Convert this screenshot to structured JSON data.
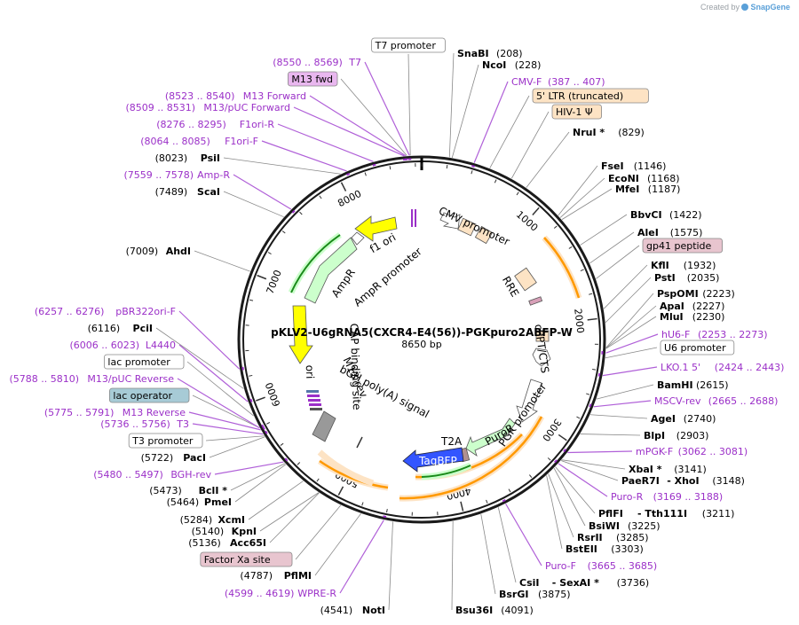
{
  "credit": {
    "prefix": "Created by",
    "brand": "SnapGene"
  },
  "plasmid": {
    "name": "pKLV2-U6gRNA5(CXCR4-E4(56))-PGKpuro2ABFP-W",
    "size": "8650 bp",
    "length": 8650
  },
  "ticks": [
    "1000",
    "2000",
    "3000",
    "4000",
    "5000",
    "6000",
    "7000",
    "8000"
  ],
  "colors": {
    "enzyme": "#000000",
    "primer": "#9b30c8",
    "feature_box_orange": "#fde3c4",
    "feature_box_purple": "#e9b7ef",
    "feature_box_rose": "#e8c5cf",
    "feature_box_teal": "#a7cbd6",
    "arrow_yellow": "#ffff00",
    "arrow_green": "#ccffcc",
    "arrow_blue": "#3355ff",
    "arrow_orange": "#ff9900"
  },
  "labels": [
    {
      "id": "snabi",
      "kind": "enzyme",
      "name": "SnaBI",
      "pos": "(208)"
    },
    {
      "id": "ncoi",
      "kind": "enzyme",
      "name": "NcoI",
      "pos": "(228)"
    },
    {
      "id": "cmvf",
      "kind": "primer",
      "name": "CMV-F",
      "pos": "(387 .. 407)"
    },
    {
      "id": "ltr",
      "kind": "feature",
      "name": "5' LTR (truncated)",
      "box": "orange"
    },
    {
      "id": "hiv",
      "kind": "feature",
      "name": "HIV-1 Ψ",
      "box": "orange"
    },
    {
      "id": "nrui",
      "kind": "enzyme",
      "name": "NruI *",
      "pos": "(829)"
    },
    {
      "id": "fsei",
      "kind": "enzyme",
      "name": "FseI",
      "pos": "(1146)"
    },
    {
      "id": "econi",
      "kind": "enzyme",
      "name": "EcoNI",
      "pos": "(1168)"
    },
    {
      "id": "mfei",
      "kind": "enzyme",
      "name": "MfeI",
      "pos": "(1187)"
    },
    {
      "id": "bbvci",
      "kind": "enzyme",
      "name": "BbvCI",
      "pos": "(1422)"
    },
    {
      "id": "alei",
      "kind": "enzyme",
      "name": "AleI",
      "pos": "(1575)"
    },
    {
      "id": "gp41",
      "kind": "feature",
      "name": "gp41 peptide",
      "box": "rose"
    },
    {
      "id": "kfli",
      "kind": "enzyme",
      "name": "KflI",
      "pos": "(1932)"
    },
    {
      "id": "psti",
      "kind": "enzyme",
      "name": "PstI",
      "pos": "(2035)"
    },
    {
      "id": "pspomi",
      "kind": "enzyme",
      "name": "PspOMI",
      "pos": "(2223)"
    },
    {
      "id": "apai",
      "kind": "enzyme",
      "name": "ApaI",
      "pos": "(2227)"
    },
    {
      "id": "mlui",
      "kind": "enzyme",
      "name": "MluI",
      "pos": "(2230)"
    },
    {
      "id": "hu6f",
      "kind": "primer",
      "name": "hU6-F",
      "pos": "(2253 .. 2273)"
    },
    {
      "id": "u6p",
      "kind": "feature",
      "name": "U6 promoter",
      "box": "white"
    },
    {
      "id": "lko",
      "kind": "primer",
      "name": "LKO.1 5'",
      "pos": "(2424 .. 2443)"
    },
    {
      "id": "bamhi",
      "kind": "enzyme",
      "name": "BamHI",
      "pos": "(2615)"
    },
    {
      "id": "mscvrev",
      "kind": "primer",
      "name": "MSCV-rev",
      "pos": "(2665 .. 2688)"
    },
    {
      "id": "agei",
      "kind": "enzyme",
      "name": "AgeI",
      "pos": "(2740)"
    },
    {
      "id": "blpi",
      "kind": "enzyme",
      "name": "BlpI",
      "pos": "(2903)"
    },
    {
      "id": "mpgkf",
      "kind": "primer",
      "name": "mPGK-F",
      "pos": "(3062 .. 3081)"
    },
    {
      "id": "xbai",
      "kind": "enzyme",
      "name": "XbaI *",
      "pos": "(3141)"
    },
    {
      "id": "paer7i",
      "kind": "enzyme",
      "name": "PaeR7I",
      "name2": "- XhoI",
      "pos": "(3148)"
    },
    {
      "id": "puror",
      "kind": "primer",
      "name": "Puro-R",
      "pos": "(3169 .. 3188)"
    },
    {
      "id": "pflfi",
      "kind": "enzyme",
      "name": "PflFI",
      "name2": "- Tth111I",
      "pos": "(3211)"
    },
    {
      "id": "bsiwi",
      "kind": "enzyme",
      "name": "BsiWI",
      "pos": "(3225)"
    },
    {
      "id": "rsrii",
      "kind": "enzyme",
      "name": "RsrII",
      "pos": "(3285)"
    },
    {
      "id": "bsteii",
      "kind": "enzyme",
      "name": "BstEII",
      "pos": "(3303)"
    },
    {
      "id": "purof",
      "kind": "primer",
      "name": "Puro-F",
      "pos": "(3665 .. 3685)"
    },
    {
      "id": "csii",
      "kind": "enzyme",
      "name": "CsiI",
      "name2": "- SexAI *",
      "pos": "(3736)"
    },
    {
      "id": "bsrgi",
      "kind": "enzyme",
      "name": "BsrGI",
      "pos": "(3875)"
    },
    {
      "id": "bsu36i",
      "kind": "enzyme",
      "name": "Bsu36I",
      "pos": "(4091)"
    },
    {
      "id": "noti",
      "kind": "enzyme",
      "name": "NotI",
      "pos": "(4541)"
    },
    {
      "id": "wprer",
      "kind": "primer",
      "name": "WPRE-R",
      "pos": "(4599 .. 4619)"
    },
    {
      "id": "pflmi",
      "kind": "enzyme",
      "name": "PflMI",
      "pos": "(4787)"
    },
    {
      "id": "factorxa",
      "kind": "feature",
      "name": "Factor Xa site",
      "box": "rose"
    },
    {
      "id": "acc65i",
      "kind": "enzyme",
      "name": "Acc65I",
      "pos": "(5136)"
    },
    {
      "id": "kpni",
      "kind": "enzyme",
      "name": "KpnI",
      "pos": "(5140)"
    },
    {
      "id": "xcmi",
      "kind": "enzyme",
      "name": "XcmI",
      "pos": "(5284)"
    },
    {
      "id": "pmei",
      "kind": "enzyme",
      "name": "PmeI",
      "pos": "(5464)"
    },
    {
      "id": "bcli",
      "kind": "enzyme",
      "name": "BclI *",
      "pos": "(5473)"
    },
    {
      "id": "bghrev",
      "kind": "primer",
      "name": "BGH-rev",
      "pos": "(5480 .. 5497)"
    },
    {
      "id": "paci",
      "kind": "enzyme",
      "name": "PacI",
      "pos": "(5722)"
    },
    {
      "id": "t3p",
      "kind": "feature",
      "name": "T3 promoter",
      "box": "white"
    },
    {
      "id": "t3",
      "kind": "primer",
      "name": "T3",
      "pos": "(5736 .. 5756)"
    },
    {
      "id": "m13rev",
      "kind": "primer",
      "name": "M13 Reverse",
      "pos": "(5775 .. 5791)"
    },
    {
      "id": "lacop",
      "kind": "feature",
      "name": "lac operator",
      "box": "teal"
    },
    {
      "id": "m13puc_rev",
      "kind": "primer",
      "name": "M13/pUC Reverse",
      "pos": "(5788 .. 5810)"
    },
    {
      "id": "lacp",
      "kind": "feature",
      "name": "lac promoter",
      "box": "white"
    },
    {
      "id": "l4440",
      "kind": "primer",
      "name": "L4440",
      "pos": "(6006 .. 6023)"
    },
    {
      "id": "pcii",
      "kind": "enzyme",
      "name": "PciI",
      "pos": "(6116)"
    },
    {
      "id": "pbr322",
      "kind": "primer",
      "name": "pBR322ori-F",
      "pos": "(6257 .. 6276)"
    },
    {
      "id": "ahdi",
      "kind": "enzyme",
      "name": "AhdI",
      "pos": "(7009)"
    },
    {
      "id": "scai",
      "kind": "enzyme",
      "name": "ScaI",
      "pos": "(7489)"
    },
    {
      "id": "ampr_p",
      "kind": "primer",
      "name": "Amp-R",
      "pos": "(7559 .. 7578)"
    },
    {
      "id": "psii",
      "kind": "enzyme",
      "name": "PsiI",
      "pos": "(8023)"
    },
    {
      "id": "f1orif",
      "kind": "primer",
      "name": "F1ori-F",
      "pos": "(8064 .. 8085)"
    },
    {
      "id": "f1orir",
      "kind": "primer",
      "name": "F1ori-R",
      "pos": "(8276 .. 8295)"
    },
    {
      "id": "m13puc_fwd",
      "kind": "primer",
      "name": "M13/pUC Forward",
      "pos": "(8509 .. 8531)"
    },
    {
      "id": "m13fwd",
      "kind": "primer",
      "name": "M13 Forward",
      "pos": "(8523 .. 8540)"
    },
    {
      "id": "m13fwd_box",
      "kind": "feature",
      "name": "M13 fwd",
      "box": "purple"
    },
    {
      "id": "t7",
      "kind": "primer",
      "name": "T7",
      "pos": "(8550 .. 8569)"
    },
    {
      "id": "t7p",
      "kind": "feature",
      "name": "T7 promoter",
      "box": "white"
    }
  ],
  "inner_features": [
    {
      "id": "f1ori",
      "name": "f1 ori"
    },
    {
      "id": "amprprom",
      "name": "AmpR promoter"
    },
    {
      "id": "ampr",
      "name": "AmpR"
    },
    {
      "id": "cmvprom",
      "name": "CMV promoter"
    },
    {
      "id": "rre",
      "name": "RRE"
    },
    {
      "id": "cppt",
      "name": "cPPT/CTS"
    },
    {
      "id": "pgkprom",
      "name": "PGK promoter"
    },
    {
      "id": "puro",
      "name": "PuroR"
    },
    {
      "id": "t2a",
      "name": "T2A"
    },
    {
      "id": "tagbfp",
      "name": "TagBFP"
    },
    {
      "id": "bgh",
      "name": "bGH poly(A) signal"
    },
    {
      "id": "m13rev_in",
      "name": "M13 rev"
    },
    {
      "id": "cap",
      "name": "CAP binding site"
    },
    {
      "id": "ori",
      "name": "ori"
    }
  ]
}
